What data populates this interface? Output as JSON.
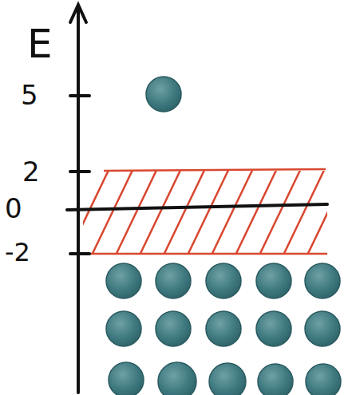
{
  "diagram": {
    "labels": [
      "E",
      "5",
      "2",
      "0",
      "-2"
    ]
  }
}
